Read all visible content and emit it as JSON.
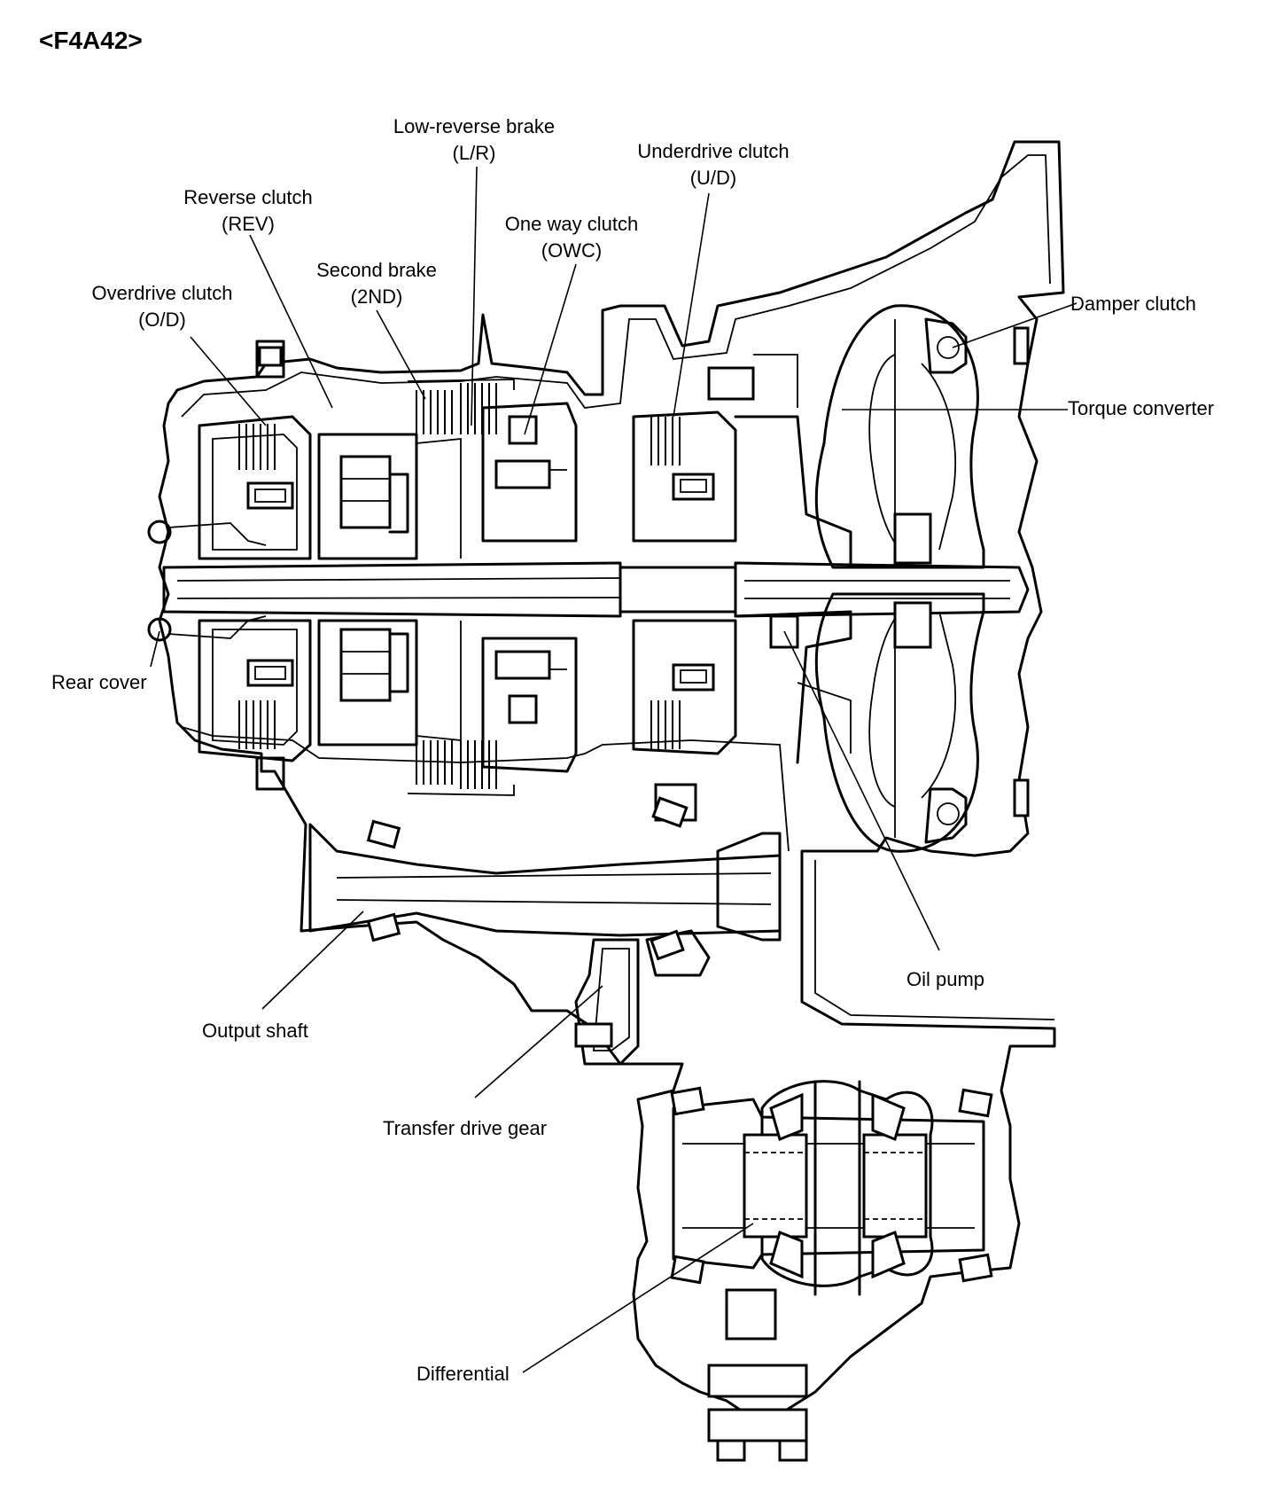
{
  "title": "<F4A42>",
  "labels": {
    "low_reverse_brake": {
      "name": "Low-reverse brake",
      "code": "(L/R)"
    },
    "underdrive_clutch": {
      "name": "Underdrive clutch",
      "code": "(U/D)"
    },
    "reverse_clutch": {
      "name": "Reverse clutch",
      "code": "(REV)"
    },
    "one_way_clutch": {
      "name": "One way clutch",
      "code": "(OWC)"
    },
    "second_brake": {
      "name": "Second brake",
      "code": "(2ND)"
    },
    "overdrive_clutch": {
      "name": "Overdrive clutch",
      "code": "(O/D)"
    },
    "damper_clutch": "Damper clutch",
    "torque_converter": "Torque converter",
    "rear_cover": "Rear cover",
    "oil_pump": "Oil pump",
    "output_shaft": "Output shaft",
    "transfer_drive_gear": "Transfer drive gear",
    "differential": "Differential"
  }
}
